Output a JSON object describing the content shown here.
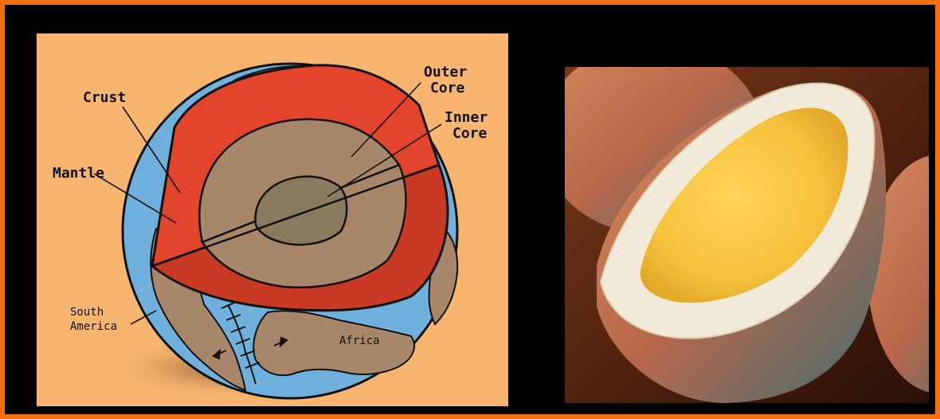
{
  "diagram": {
    "labels": {
      "outer_core": [
        "Outer",
        "Core"
      ],
      "inner_core": [
        "Inner",
        "Core"
      ],
      "crust": "Crust",
      "mantle": "Mantle",
      "south_america": [
        "South",
        "America"
      ],
      "africa": "Africa"
    }
  },
  "colors": {
    "border": "#f26f10",
    "background_panel": "#f7b56f",
    "ocean": "#6fb1dc",
    "land": "#a8866a",
    "mantle": "#e2442c",
    "mantle_shade": "#c93a24",
    "outer_core": "#a8866a",
    "inner_core": "#8a7a5e"
  }
}
